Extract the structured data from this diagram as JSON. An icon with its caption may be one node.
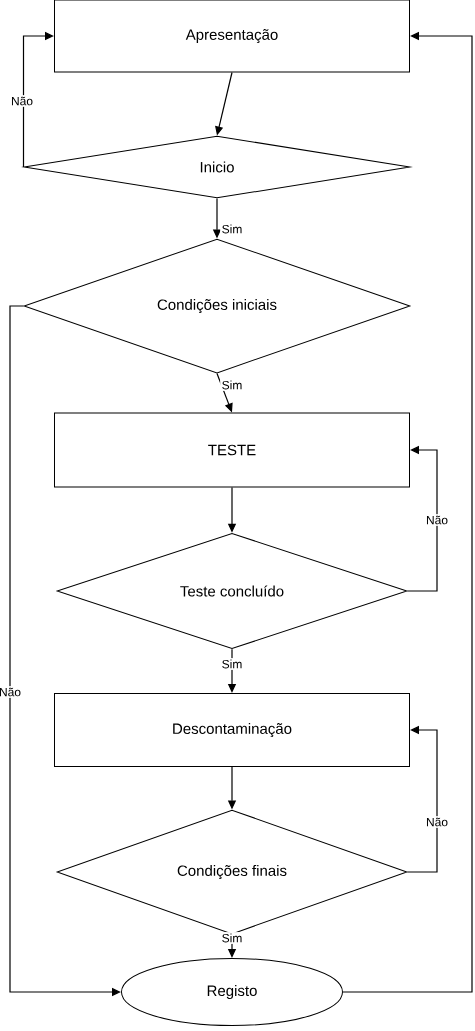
{
  "diagram": {
    "nodes": [
      {
        "text": [
          "Apresentação"
        ]
      },
      {
        "text": [
          "Inicio"
        ]
      },
      {
        "text": [
          "Condições iniciais"
        ]
      },
      {
        "text": [
          "TESTE"
        ]
      },
      {
        "text": [
          "Teste concluído"
        ]
      },
      {
        "text": [
          "Descontaminação"
        ]
      },
      {
        "text": [
          "Condições finais"
        ]
      },
      {
        "text": [
          "Registo"
        ]
      }
    ],
    "edges": [
      {
        "from": 0,
        "to": 1,
        "arrow": "to"
      },
      {
        "from": 1,
        "to": 0,
        "arrow": "to",
        "label": "Não"
      },
      {
        "from": 1,
        "to": 2,
        "arrow": "to",
        "label": "Sim"
      },
      {
        "from": 2,
        "to": 3,
        "arrow": "to",
        "label": "Sim"
      },
      {
        "from": 2,
        "to": 7,
        "arrow": "to",
        "label": "Não"
      },
      {
        "from": 3,
        "to": 4,
        "arrow": "to"
      },
      {
        "from": 4,
        "to": 3,
        "arrow": "to",
        "label": "Não"
      },
      {
        "from": 4,
        "to": 5,
        "arrow": "to",
        "label": "Sim"
      },
      {
        "from": 5,
        "to": 6,
        "arrow": "to"
      },
      {
        "from": 6,
        "to": 5,
        "arrow": "to",
        "label": "Não"
      },
      {
        "from": 6,
        "to": 7,
        "arrow": "to",
        "label": "Sim"
      },
      {
        "from": 7,
        "to": 0,
        "arrow": "to"
      }
    ]
  }
}
